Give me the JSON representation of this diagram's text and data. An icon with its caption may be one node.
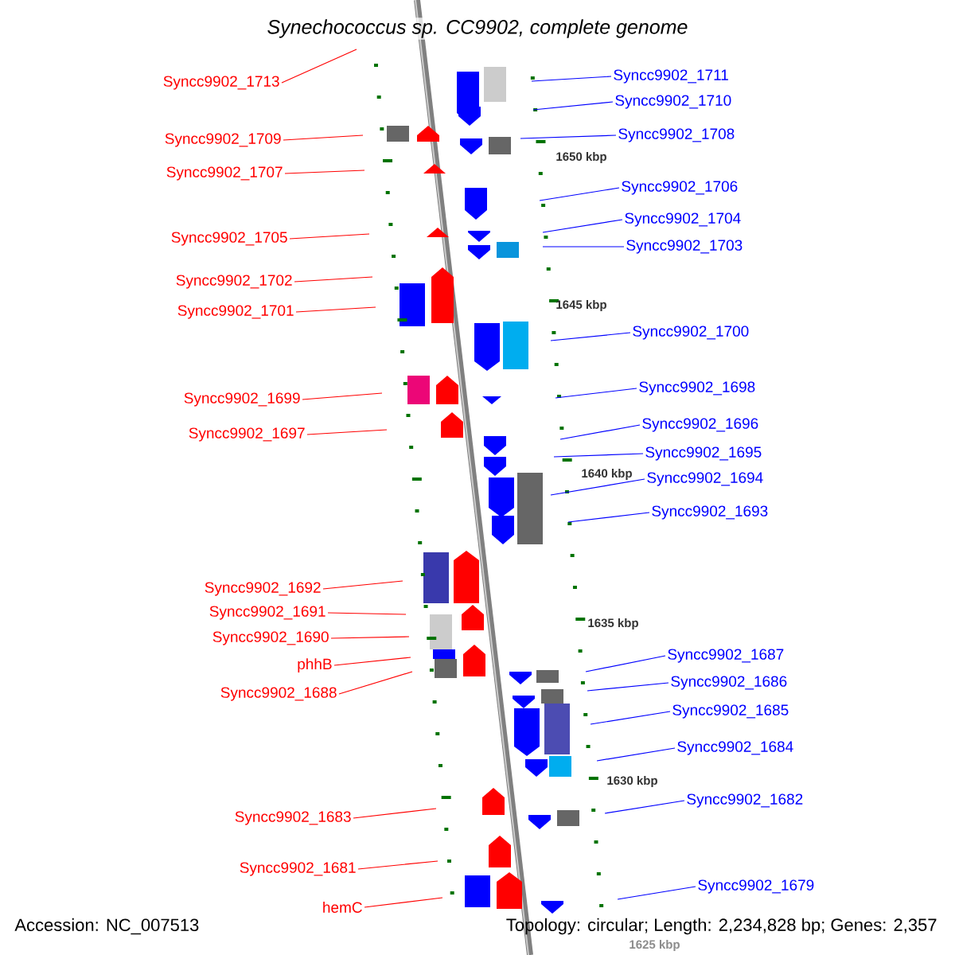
{
  "diagram": {
    "title": "*Synechococcus sp. CC9902, complete genome*",
    "nodes": [
      {
        "text": [
          "Syncc9902_1713"
        ]
      },
      {
        "text": [
          "Syncc9902_1709"
        ]
      },
      {
        "text": [
          "Syncc9902_1707"
        ]
      },
      {
        "text": [
          "Syncc9902_1705"
        ]
      },
      {
        "text": [
          "Syncc9902_1702"
        ]
      },
      {
        "text": [
          "Syncc9902_1701"
        ]
      },
      {
        "text": [
          "Syncc9902_1699"
        ]
      },
      {
        "text": [
          "Syncc9902_1697"
        ]
      },
      {
        "text": [
          "Syncc9902_1692"
        ]
      },
      {
        "text": [
          "Syncc9902_1691"
        ]
      },
      {
        "text": [
          "Syncc9902_1690"
        ]
      },
      {
        "text": [
          "phhB"
        ]
      },
      {
        "text": [
          "Syncc9902_1688"
        ]
      },
      {
        "text": [
          "Syncc9902_1683"
        ]
      },
      {
        "text": [
          "Syncc9902_1681"
        ]
      },
      {
        "text": [
          "hemC"
        ]
      },
      {
        "text": [
          "Syncc9902_1711"
        ]
      },
      {
        "text": [
          "Syncc9902_1710"
        ]
      },
      {
        "text": [
          "Syncc9902_1708"
        ]
      },
      {
        "text": [
          "Syncc9902_1706"
        ]
      },
      {
        "text": [
          "Syncc9902_1704"
        ]
      },
      {
        "text": [
          "Syncc9902_1703"
        ]
      },
      {
        "text": [
          "Syncc9902_1700"
        ]
      },
      {
        "text": [
          "Syncc9902_1698"
        ]
      },
      {
        "text": [
          "Syncc9902_1696"
        ]
      },
      {
        "text": [
          "Syncc9902_1695"
        ]
      },
      {
        "text": [
          "Syncc9902_1694"
        ]
      },
      {
        "text": [
          "Syncc9902_1693"
        ]
      },
      {
        "text": [
          "Syncc9902_1687"
        ]
      },
      {
        "text": [
          "Syncc9902_1686"
        ]
      },
      {
        "text": [
          "Syncc9902_1685"
        ]
      },
      {
        "text": [
          "Syncc9902_1684"
        ]
      },
      {
        "text": [
          "Syncc9902_1682"
        ]
      },
      {
        "text": [
          "Syncc9902_1679"
        ]
      }
    ],
    "edges": [
      {
        "from": 0,
        "to": null,
        "arrow": "none",
        "color": "#ff0000"
      },
      {
        "from": 1,
        "to": null,
        "arrow": "none",
        "color": "#ff0000"
      },
      {
        "from": 2,
        "to": null,
        "arrow": "none",
        "color": "#ff0000"
      },
      {
        "from": 3,
        "to": null,
        "arrow": "none",
        "color": "#ff0000"
      },
      {
        "from": 4,
        "to": null,
        "arrow": "none",
        "color": "#ff0000"
      },
      {
        "from": 5,
        "to": null,
        "arrow": "none",
        "color": "#ff0000"
      },
      {
        "from": 6,
        "to": null,
        "arrow": "none",
        "color": "#ff0000"
      },
      {
        "from": 7,
        "to": null,
        "arrow": "none",
        "color": "#ff0000"
      },
      {
        "from": 8,
        "to": null,
        "arrow": "none",
        "color": "#ff0000"
      },
      {
        "from": 9,
        "to": null,
        "arrow": "none",
        "color": "#ff0000"
      },
      {
        "from": 10,
        "to": null,
        "arrow": "none",
        "color": "#ff0000"
      },
      {
        "from": 11,
        "to": null,
        "arrow": "none",
        "color": "#ff0000"
      },
      {
        "from": 12,
        "to": null,
        "arrow": "none",
        "color": "#ff0000"
      },
      {
        "from": 13,
        "to": null,
        "arrow": "none",
        "color": "#ff0000"
      },
      {
        "from": 14,
        "to": null,
        "arrow": "none",
        "color": "#ff0000"
      },
      {
        "from": 15,
        "to": null,
        "arrow": "none",
        "color": "#ff0000"
      },
      {
        "from": 16,
        "to": null,
        "arrow": "none"
      },
      {
        "from": 17,
        "to": null,
        "arrow": "none"
      },
      {
        "from": 18,
        "to": null,
        "arrow": "none"
      },
      {
        "from": 19,
        "to": null,
        "arrow": "none"
      },
      {
        "from": 20,
        "to": null,
        "arrow": "none"
      },
      {
        "from": 21,
        "to": null,
        "arrow": "none"
      },
      {
        "from": 22,
        "to": null,
        "arrow": "none"
      },
      {
        "from": 23,
        "to": null,
        "arrow": "none"
      },
      {
        "from": 24,
        "to": null,
        "arrow": "none"
      },
      {
        "from": 25,
        "to": null,
        "arrow": "none"
      },
      {
        "from": 26,
        "to": null,
        "arrow": "none"
      },
      {
        "from": 27,
        "to": null,
        "arrow": "none"
      },
      {
        "from": 28,
        "to": null,
        "arrow": "none"
      },
      {
        "from": 29,
        "to": null,
        "arrow": "none"
      },
      {
        "from": 30,
        "to": null,
        "arrow": "none"
      },
      {
        "from": 31,
        "to": null,
        "arrow": "none"
      },
      {
        "from": 32,
        "to": null,
        "arrow": "none"
      },
      {
        "from": 33,
        "to": null,
        "arrow": "none"
      }
    ],
    "labels": [
      "1650 kbp",
      "1645 kbp",
      "1640 kbp",
      "1635 kbp",
      "1630 kbp",
      "1625 kbp",
      "Accession: NC_007513",
      "Topology: circular; Length: 2,234,828 bp; Genes: 2,357"
    ]
  }
}
